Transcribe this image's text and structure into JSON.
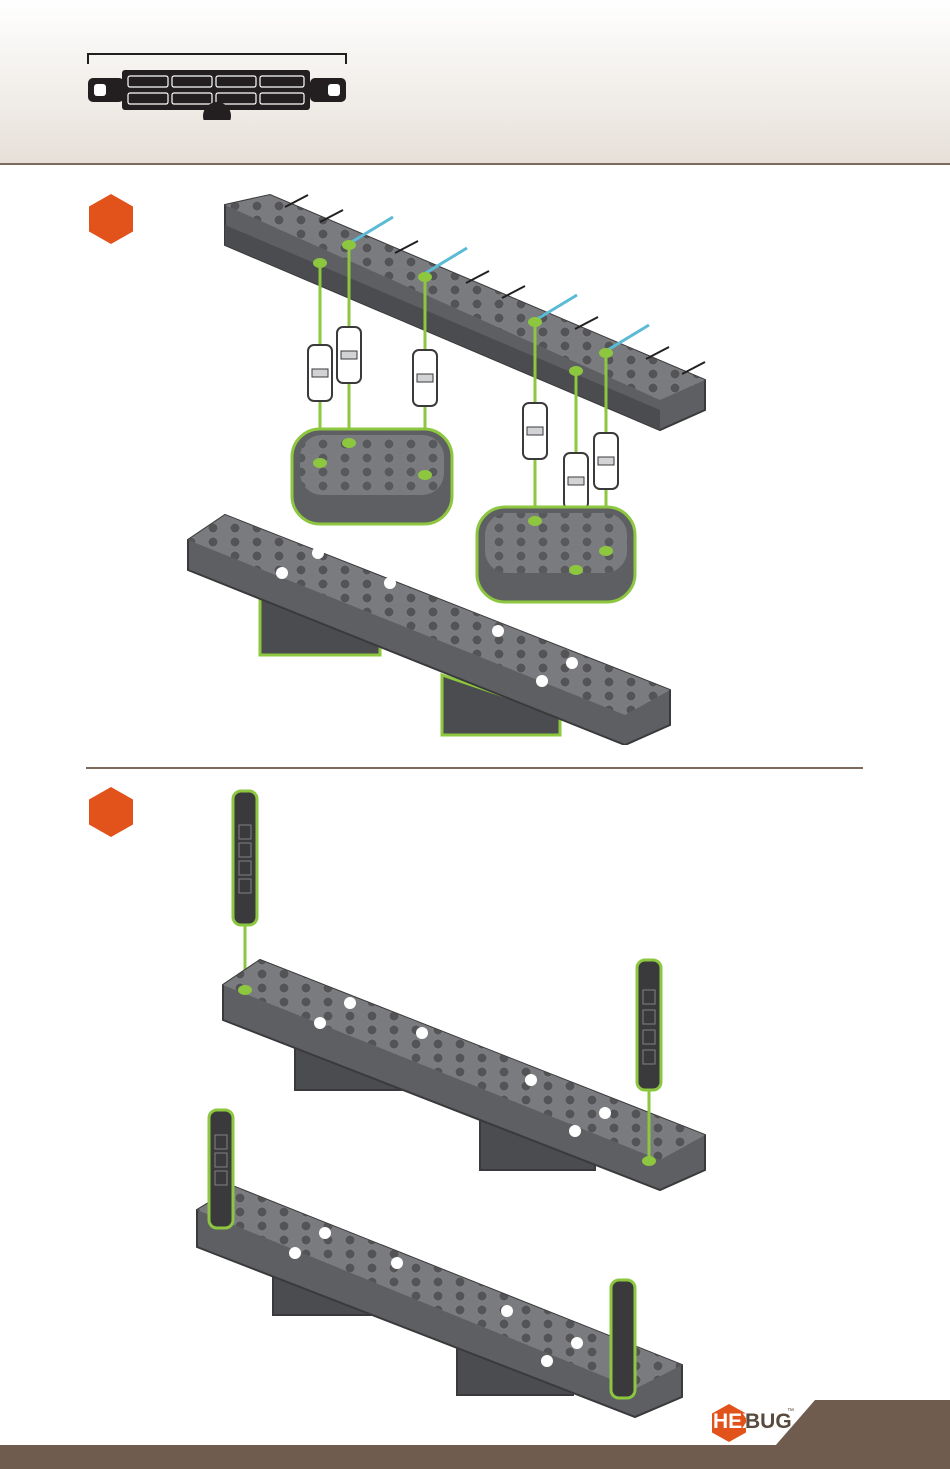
{
  "brand": {
    "hex_part": "HEX",
    "bug_part": "BUG",
    "trademark": "™"
  },
  "colors": {
    "accent_orange": "#e2521b",
    "guide_green": "#8dc63f",
    "highlight_blue": "#5bbad5",
    "footer_brown": "#6f5c4e",
    "part_dark": "#3a3a3c",
    "part_gray": "#6d6e71"
  },
  "icons": {
    "step_badge": "orange-hexagon",
    "parts_preview": "beam-with-connectors"
  }
}
